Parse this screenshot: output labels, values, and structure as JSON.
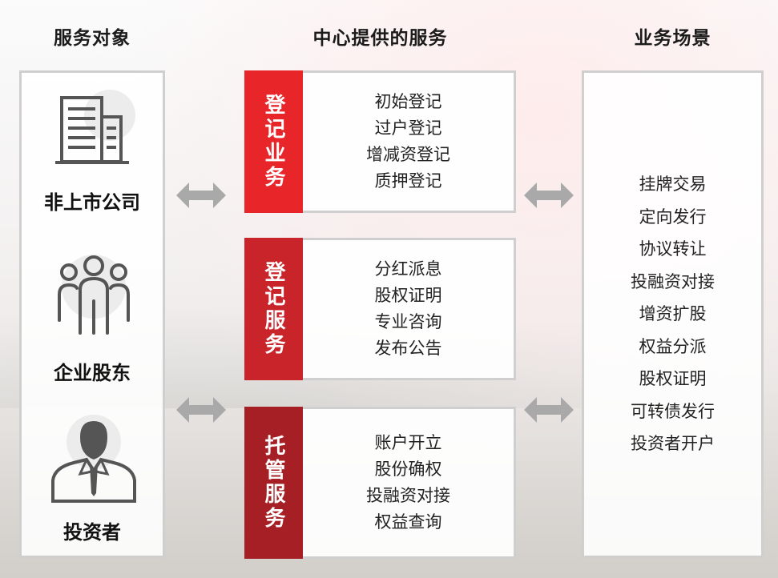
{
  "headers": {
    "objects": "服务对象",
    "services": "中心提供的服务",
    "scenarios": "业务场景"
  },
  "objects": [
    {
      "label": "非上市公司",
      "icon": "building-icon"
    },
    {
      "label": "企业股东",
      "icon": "people-group-icon"
    },
    {
      "label": "投资者",
      "icon": "businessman-icon"
    }
  ],
  "services": [
    {
      "tag": "登记业务",
      "color": "#e8262a",
      "items": [
        "初始登记",
        "过户登记",
        "增减资登记",
        "质押登记"
      ]
    },
    {
      "tag": "登记服务",
      "color": "#c8242a",
      "items": [
        "分红派息",
        "股权证明",
        "专业咨询",
        "发布公告"
      ]
    },
    {
      "tag": "托管服务",
      "color": "#a51f24",
      "items": [
        "账户开立",
        "股份确权",
        "投融资对接",
        "权益查询"
      ]
    }
  ],
  "scenarios": [
    "挂牌交易",
    "定向发行",
    "协议转让",
    "投融资对接",
    "增资扩股",
    "权益分派",
    "股权证明",
    "可转债发行",
    "投资者开户"
  ],
  "colors": {
    "arrow": "#a9a9a9",
    "frame": "#cfcfcf",
    "icon": "#555555"
  }
}
